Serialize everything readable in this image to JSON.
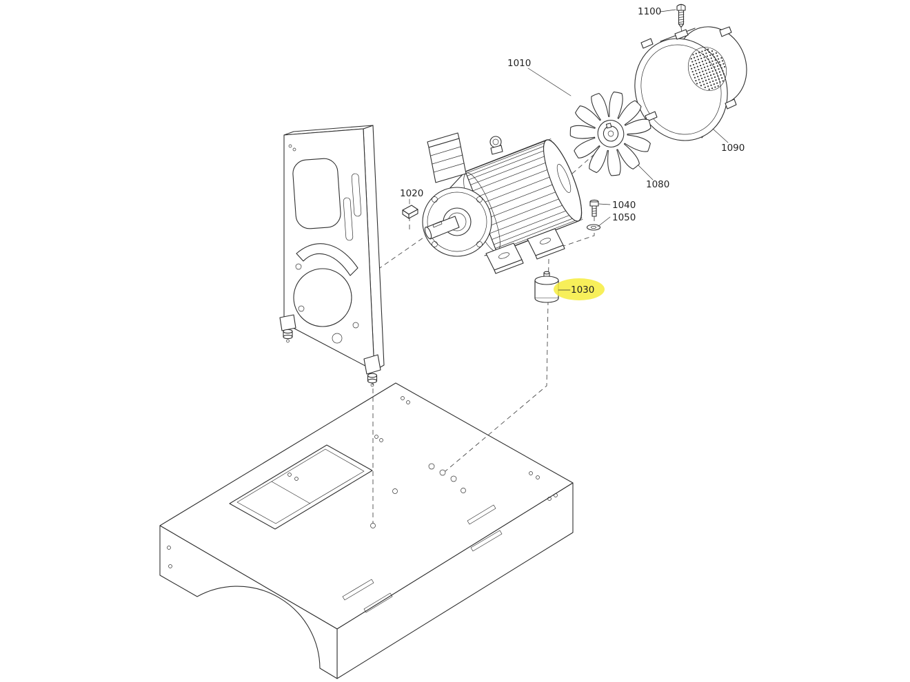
{
  "diagram": {
    "type": "exploded-parts-diagram",
    "line_color": "#2e2e2e",
    "highlight_color": "#f6ec3d",
    "highlighted_part": "1030",
    "callouts": [
      {
        "id": "1010",
        "part": "electric-motor"
      },
      {
        "id": "1020",
        "part": "shaft-key"
      },
      {
        "id": "1030",
        "part": "vibration-damper-mount",
        "highlighted": true
      },
      {
        "id": "1040",
        "part": "bolt"
      },
      {
        "id": "1050",
        "part": "washer"
      },
      {
        "id": "1080",
        "part": "fan-impeller"
      },
      {
        "id": "1090",
        "part": "fan-cover"
      },
      {
        "id": "1100",
        "part": "screw"
      }
    ]
  }
}
